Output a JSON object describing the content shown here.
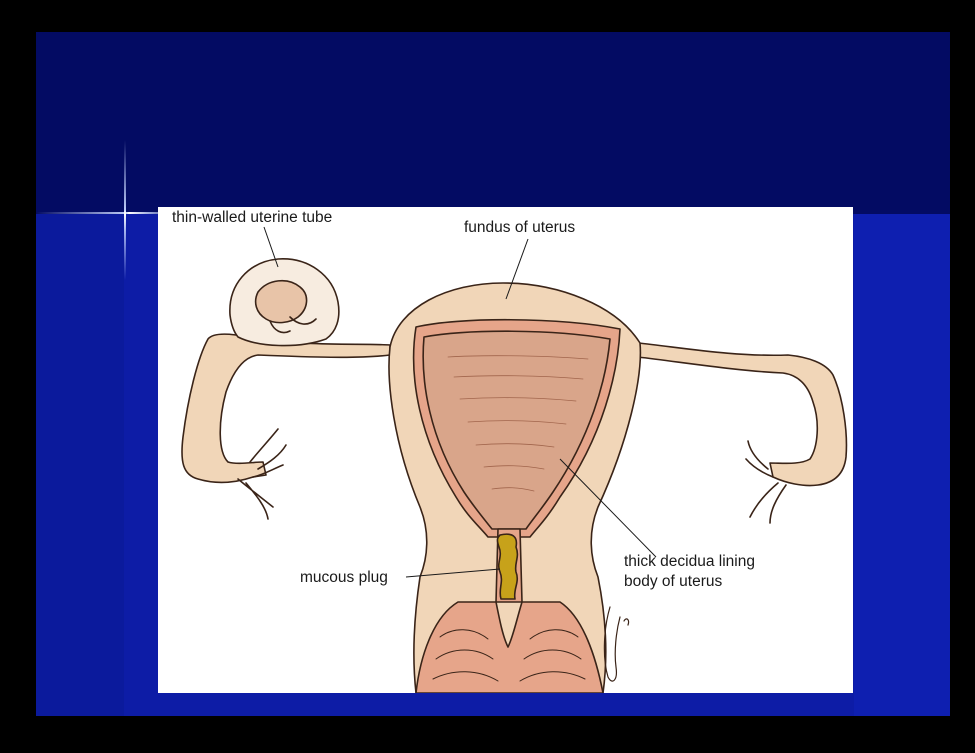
{
  "diagram": {
    "labels": {
      "uterine_tube": "thin-walled uterine tube",
      "fundus": "fundus of uterus",
      "mucous_plug": "mucous plug",
      "decidua_line1": "thick decidua lining",
      "decidua_line2": "body of uterus"
    },
    "colors": {
      "slide_background": "#0d1ca6",
      "slide_header": "#030b63",
      "figure_background": "#ffffff",
      "tissue": "#f1d6b8",
      "lining": "#e6a58a",
      "cavity": "#d9a58a",
      "mucous_plug": "#c7a21a",
      "outline": "#3a2418"
    }
  }
}
